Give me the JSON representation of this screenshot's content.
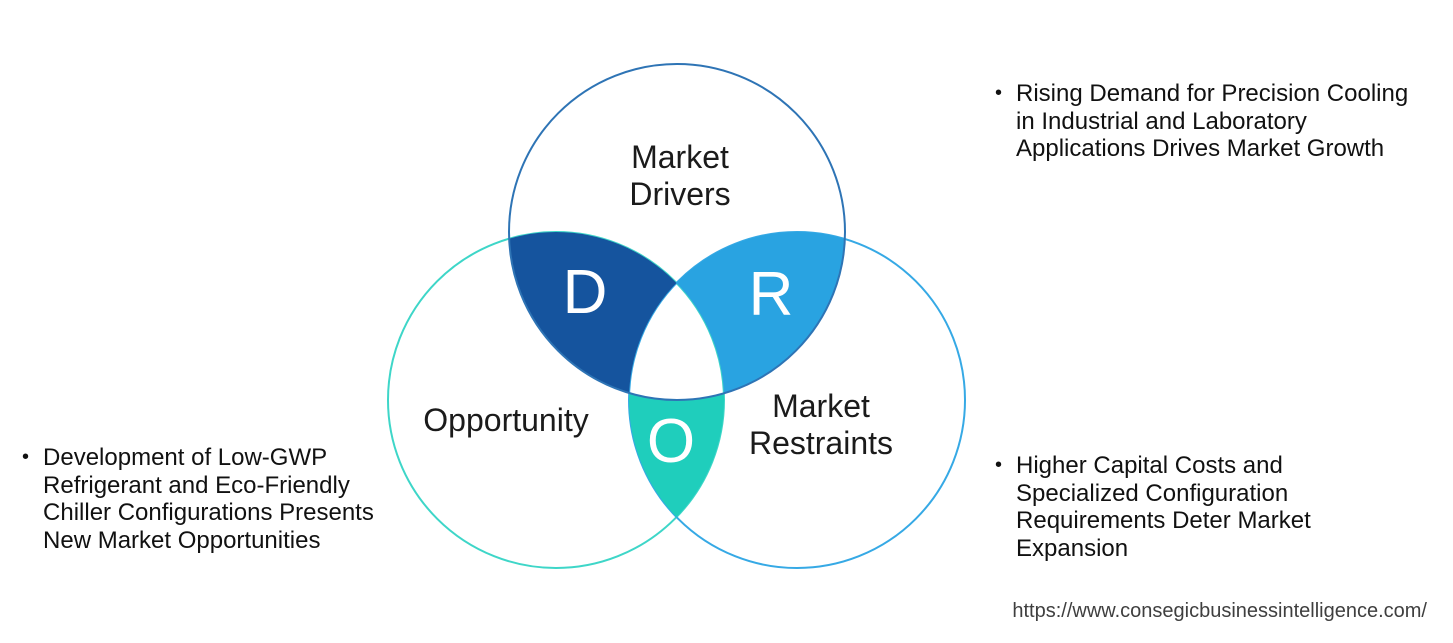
{
  "diagram": {
    "circles": {
      "drivers": {
        "label": [
          "Market",
          "Drivers"
        ],
        "stroke": "#2E74B5"
      },
      "opportunity": {
        "label": [
          "Opportunity"
        ],
        "stroke": "#3ED6C8"
      },
      "restraints": {
        "label": [
          "Market",
          "Restraints"
        ],
        "stroke": "#36A9E5"
      }
    },
    "regions": {
      "drivers_opportunity": {
        "letter": "D",
        "fill": "#15549E"
      },
      "drivers_restraints": {
        "letter": "R",
        "fill": "#29A3E1"
      },
      "opportunity_restraints": {
        "letter": "O",
        "fill": "#1FCEBC"
      }
    }
  },
  "bullets": {
    "drivers": {
      "marker": "•",
      "lines": [
        "Rising Demand for Precision Cooling",
        "in Industrial and Laboratory",
        "Applications Drives Market Growth"
      ]
    },
    "opportunity": {
      "marker": "•",
      "lines": [
        "Development of Low-GWP",
        "Refrigerant and Eco-Friendly",
        "Chiller Configurations Presents",
        "New Market Opportunities"
      ]
    },
    "restraints": {
      "marker": "•",
      "lines": [
        "Higher Capital Costs and",
        "Specialized Configuration",
        "Requirements Deter Market",
        "Expansion"
      ]
    }
  },
  "footer": {
    "url": "https://www.consegicbusinessintelligence.com/"
  }
}
